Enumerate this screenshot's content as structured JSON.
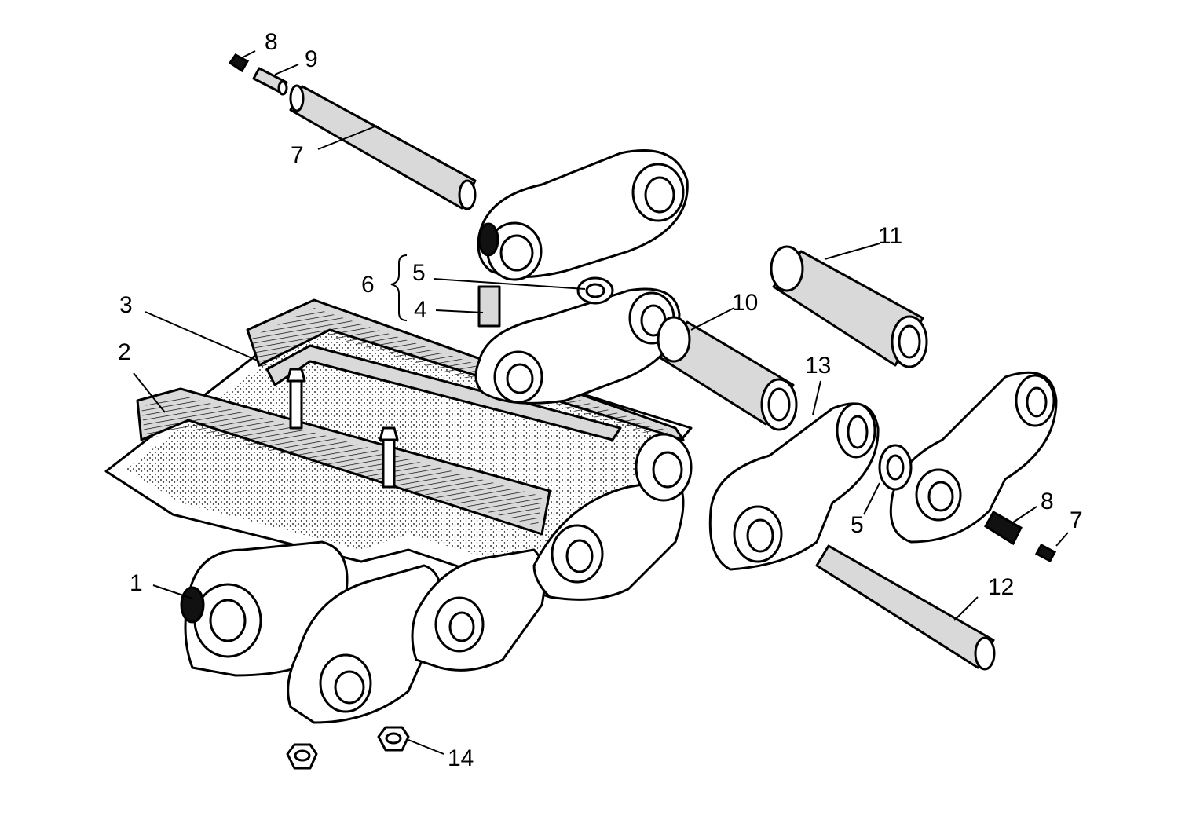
{
  "callouts": [
    {
      "id": "c1",
      "text": "1"
    },
    {
      "id": "c2",
      "text": "2"
    },
    {
      "id": "c3",
      "text": "3"
    },
    {
      "id": "c4",
      "text": "4"
    },
    {
      "id": "c5a",
      "text": "5"
    },
    {
      "id": "c5b",
      "text": "5"
    },
    {
      "id": "c6",
      "text": "6"
    },
    {
      "id": "c7a",
      "text": "7"
    },
    {
      "id": "c7b",
      "text": "7"
    },
    {
      "id": "c8a",
      "text": "8"
    },
    {
      "id": "c8b",
      "text": "8"
    },
    {
      "id": "c9",
      "text": "9"
    },
    {
      "id": "c10",
      "text": "10"
    },
    {
      "id": "c11",
      "text": "11"
    },
    {
      "id": "c12",
      "text": "12"
    },
    {
      "id": "c13",
      "text": "13"
    },
    {
      "id": "c14",
      "text": "14"
    }
  ]
}
